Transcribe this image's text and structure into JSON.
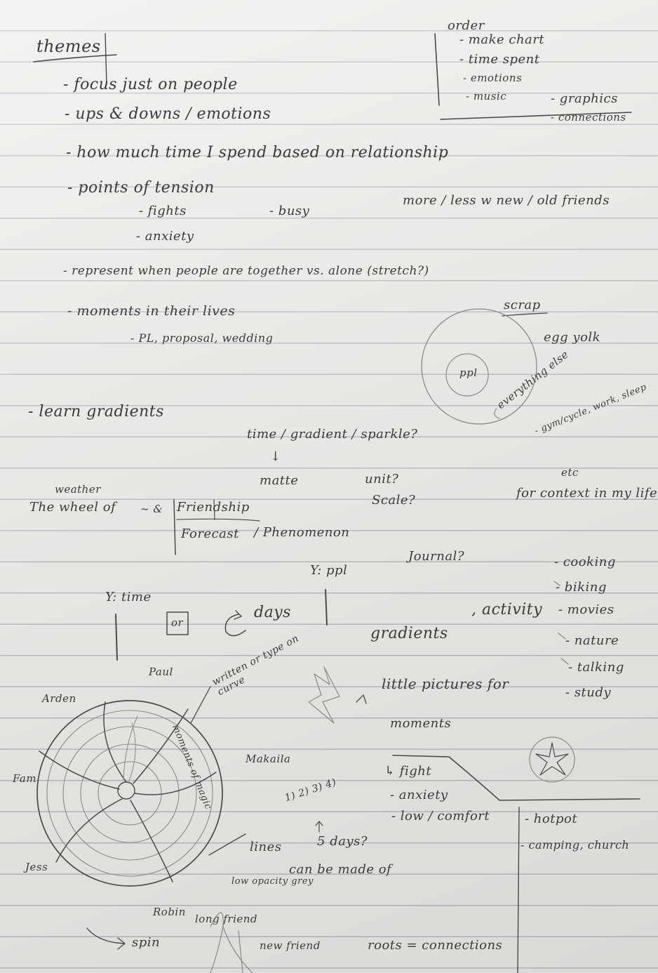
{
  "themes": {
    "heading": "themes",
    "items": [
      "- focus just on people",
      "- ups & downs / emotions",
      "- how much time I spend based on relationship",
      "- points of tension",
      "- fights",
      "- busy",
      "more / less w new / old friends",
      "- anxiety",
      "- represent when people are together vs. alone (stretch?)",
      "- moments in their lives",
      "- PL, proposal, wedding",
      "- learn gradients"
    ]
  },
  "order": {
    "heading": "order",
    "items": [
      "- make chart",
      "- time spent",
      "- emotions",
      "- music",
      "- graphics",
      "- connections"
    ]
  },
  "scrap": {
    "heading": "scrap",
    "egg_label": "egg yolk",
    "center_label": "ppl",
    "everything_else": "everything else",
    "examples": "- gym/cycle, work, sleep",
    "etc": "etc",
    "context": "for context in my life"
  },
  "middle": {
    "time_gradient": "time / gradient / sparkle?",
    "arrow": "↓",
    "matte": "matte",
    "unit": "unit?",
    "scale": "Scale?",
    "weather": "weather",
    "wheel_of": "The wheel of",
    "amp": "~ &",
    "friendship": "Friendship",
    "forecast": "Forecast",
    "phenomenon": "/ Phenomenon",
    "y_ppl": "Y: ppl",
    "journal": "Journal?",
    "y_time": "Y: time",
    "or": "or",
    "days": "days"
  },
  "activity": {
    "gradients": "gradients",
    "label": ", activity",
    "items": [
      "- cooking",
      "- biking",
      "- movies",
      "- nature",
      "- talking",
      "- study"
    ]
  },
  "wheel": {
    "names": [
      "Paul",
      "Arden",
      "Fam",
      "Jess",
      "Robin",
      "Makaila"
    ],
    "written": "written or type on curve",
    "moments_arc": "moments of magic",
    "little_pictures": "little pictures for",
    "moments": "moments",
    "lines": "lines",
    "can_be": "can be made of",
    "low_opacity": "low opacity grey",
    "five_days": "5 days?",
    "sequence": "1) 2) 3) 4)",
    "spin": "spin",
    "long_friend": "long friend",
    "new_friend": "new friend",
    "roots": "roots = connections"
  },
  "emotions": {
    "items": [
      "↳ fight",
      "- anxiety",
      "- low / comfort"
    ],
    "places": [
      "- hotpot",
      "- camping, church"
    ]
  }
}
